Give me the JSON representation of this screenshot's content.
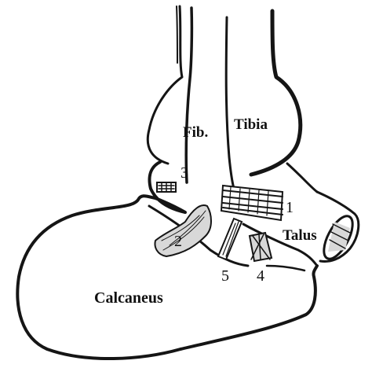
{
  "colors": {
    "ink": "#151515",
    "paper": "#ffffff",
    "hatch": "#d8d8d8"
  },
  "bones": {
    "fibula": "Fib.",
    "tibia": "Tibia",
    "talus": "Talus",
    "calcaneus": "Calcaneus"
  },
  "ligaments": {
    "one": "1",
    "two": "2",
    "three": "3",
    "four": "4",
    "five": "5"
  }
}
